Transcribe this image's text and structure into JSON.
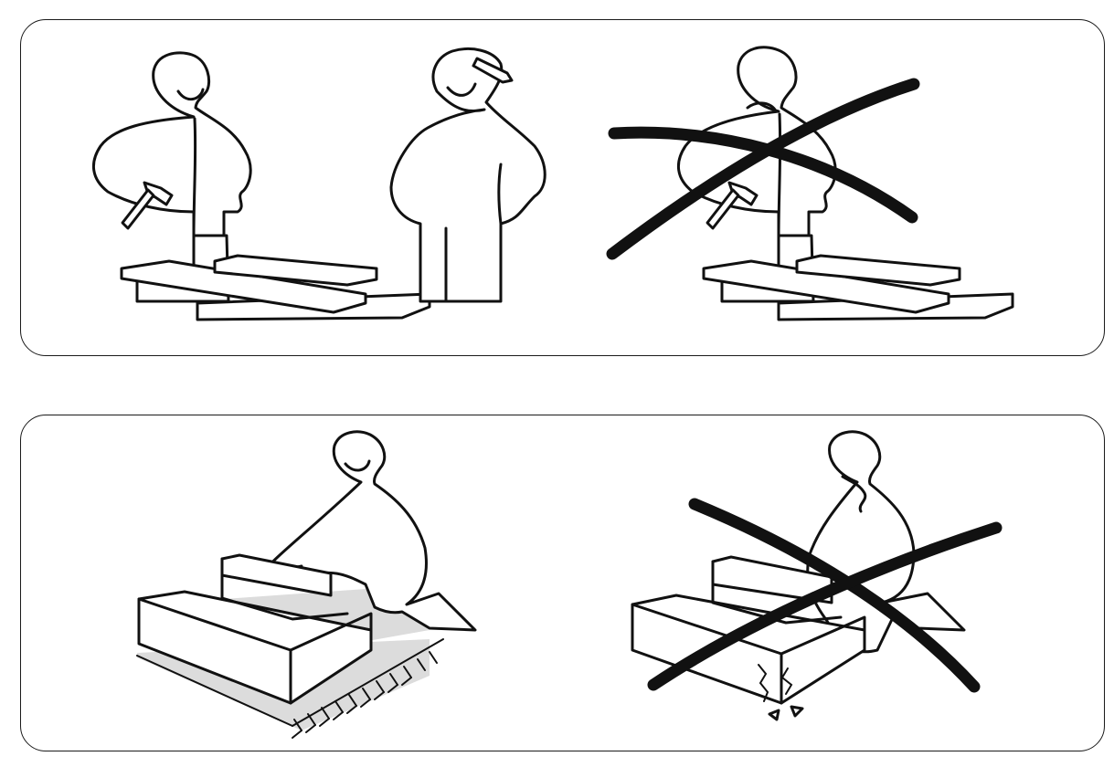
{
  "page": {
    "background": "#ffffff",
    "line_color": "#111111",
    "rug_color": "#dcdcdc"
  },
  "panels": [
    {
      "id": "tools-panel",
      "illustrations": [
        "person-with-hammer",
        "person-with-pencil",
        "person-alone-crossed-out"
      ]
    },
    {
      "id": "floor-protection-panel",
      "illustrations": [
        "assembly-on-rug",
        "assembly-on-hard-floor-crossed-out"
      ]
    }
  ],
  "icons": [
    "hammer-icon",
    "pencil-icon",
    "cross-out-icon",
    "rug-icon",
    "crack-icon"
  ]
}
